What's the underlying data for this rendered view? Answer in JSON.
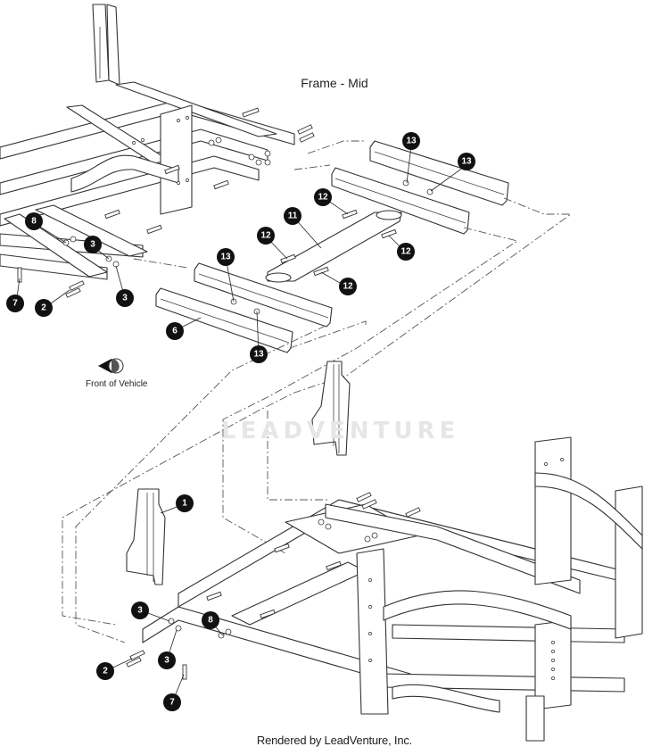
{
  "diagram": {
    "title": "Frame - Mid",
    "footer": "Rendered by LeadVenture, Inc.",
    "watermark": "LEADVENTURE",
    "front_label": "Front of Vehicle",
    "callouts": [
      "13",
      "13",
      "12",
      "11",
      "8",
      "3",
      "12",
      "12",
      "12",
      "13",
      "3",
      "7",
      "2",
      "6",
      "13",
      "1",
      "3",
      "8",
      "2",
      "3",
      "7"
    ]
  },
  "colors": {
    "line": "#333333",
    "callout_fill": "#111111",
    "callout_text": "#ffffff",
    "watermark": "#e6e6e6"
  }
}
